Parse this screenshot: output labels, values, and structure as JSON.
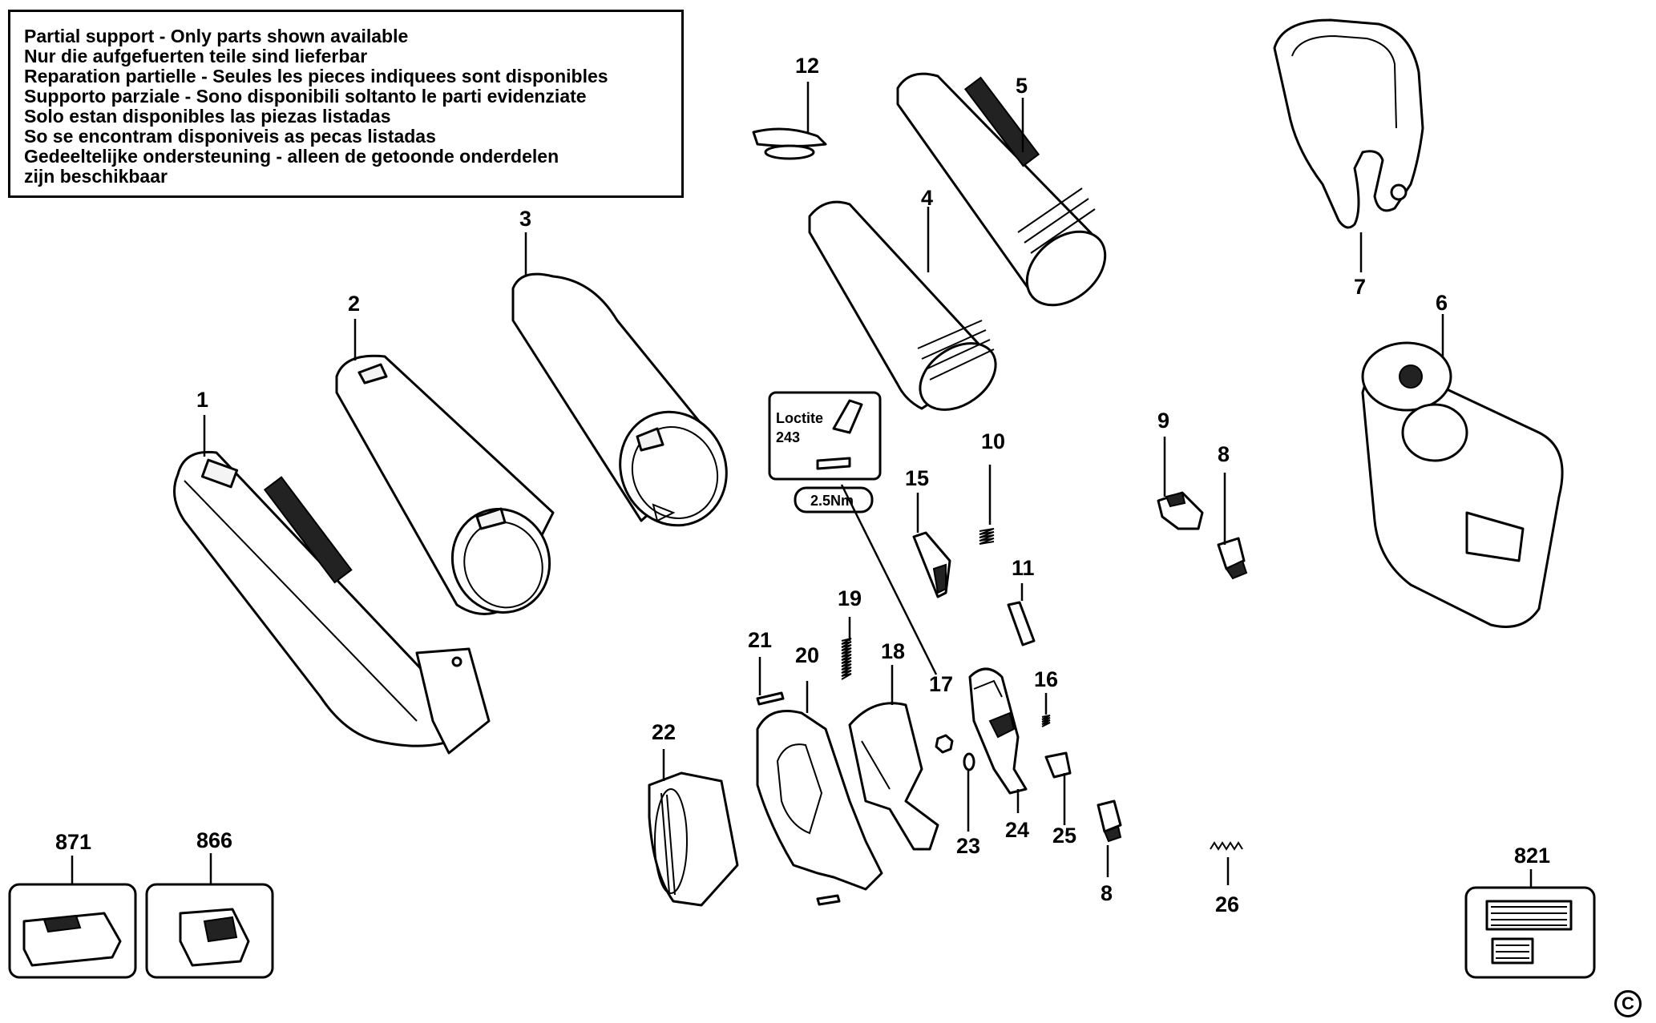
{
  "notice": {
    "lines": [
      "Partial support - Only parts shown available",
      "Nur die aufgefuerten teile sind lieferbar",
      "Reparation partielle - Seules les pieces indiquees sont disponibles",
      "Supporto parziale - Sono disponibili soltanto le parti evidenziate",
      "Solo estan disponibles las piezas listadas",
      "So se encontram disponiveis as pecas listadas",
      "Gedeeltelijke ondersteuning - alleen de getoonde onderdelen",
      "zijn beschikbaar"
    ]
  },
  "callout": {
    "adhesive_name": "Loctite",
    "adhesive_grade": "243",
    "torque": "2.5Nm"
  },
  "part_numbers": {
    "p1": "1",
    "p2": "2",
    "p3": "3",
    "p4": "4",
    "p5": "5",
    "p6": "6",
    "p7": "7",
    "p8a": "8",
    "p8b": "8",
    "p9": "9",
    "p10": "10",
    "p11": "11",
    "p12": "12",
    "p15": "15",
    "p16": "16",
    "p17": "17",
    "p18": "18",
    "p19": "19",
    "p20": "20",
    "p21": "21",
    "p22": "22",
    "p23": "23",
    "p24": "24",
    "p25": "25",
    "p26": "26",
    "p821": "821",
    "p866": "866",
    "p871": "871"
  },
  "copyright_symbol": "C"
}
